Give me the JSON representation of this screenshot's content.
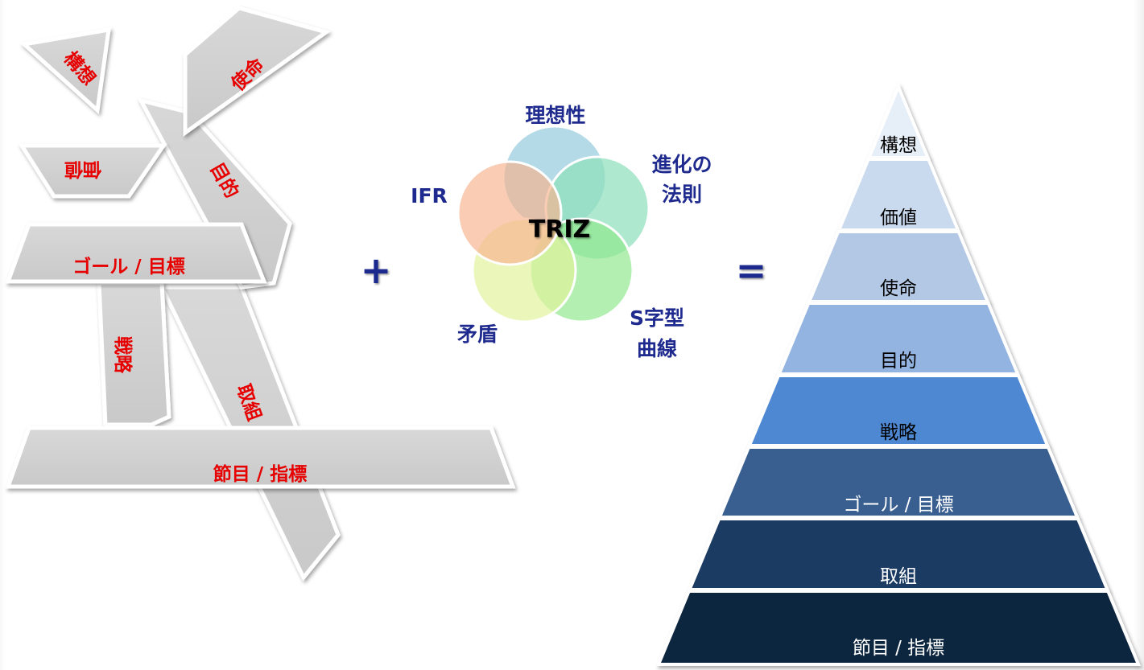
{
  "left_puzzle": {
    "pieces": [
      {
        "label": "構想"
      },
      {
        "label": "使命"
      },
      {
        "label": "価値"
      },
      {
        "label": "目的"
      },
      {
        "label": "ゴール / 目標"
      },
      {
        "label": "戦略"
      },
      {
        "label": "取組"
      },
      {
        "label": "節目 / 指標"
      }
    ]
  },
  "operators": {
    "plus": "+",
    "equals": "="
  },
  "triz": {
    "center": "TRIZ",
    "petals": [
      {
        "label": "理想性",
        "color": "#9fcfe0"
      },
      {
        "label": "進化の法則",
        "line1": "進化の",
        "line2": "法則",
        "color": "#8fe0bd"
      },
      {
        "label": "S字型曲線",
        "line1": "S字型",
        "line2": "曲線",
        "color": "#8ee88a"
      },
      {
        "label": "矛盾",
        "color": "#e2f199"
      },
      {
        "label": "IFR",
        "color": "#f6b48f"
      }
    ]
  },
  "pyramid": {
    "levels": [
      {
        "label": "構想",
        "color": "#e6eef7"
      },
      {
        "label": "価値",
        "color": "#c9d9ee"
      },
      {
        "label": "使命",
        "color": "#b3c8e4"
      },
      {
        "label": "目的",
        "color": "#93b3e0"
      },
      {
        "label": "戦略",
        "color": "#4f88d2"
      },
      {
        "label": "ゴール / 目標",
        "color": "#385f90"
      },
      {
        "label": "取組",
        "color": "#1d3a63"
      },
      {
        "label": "節目 / 指標",
        "color": "#112640"
      }
    ]
  }
}
